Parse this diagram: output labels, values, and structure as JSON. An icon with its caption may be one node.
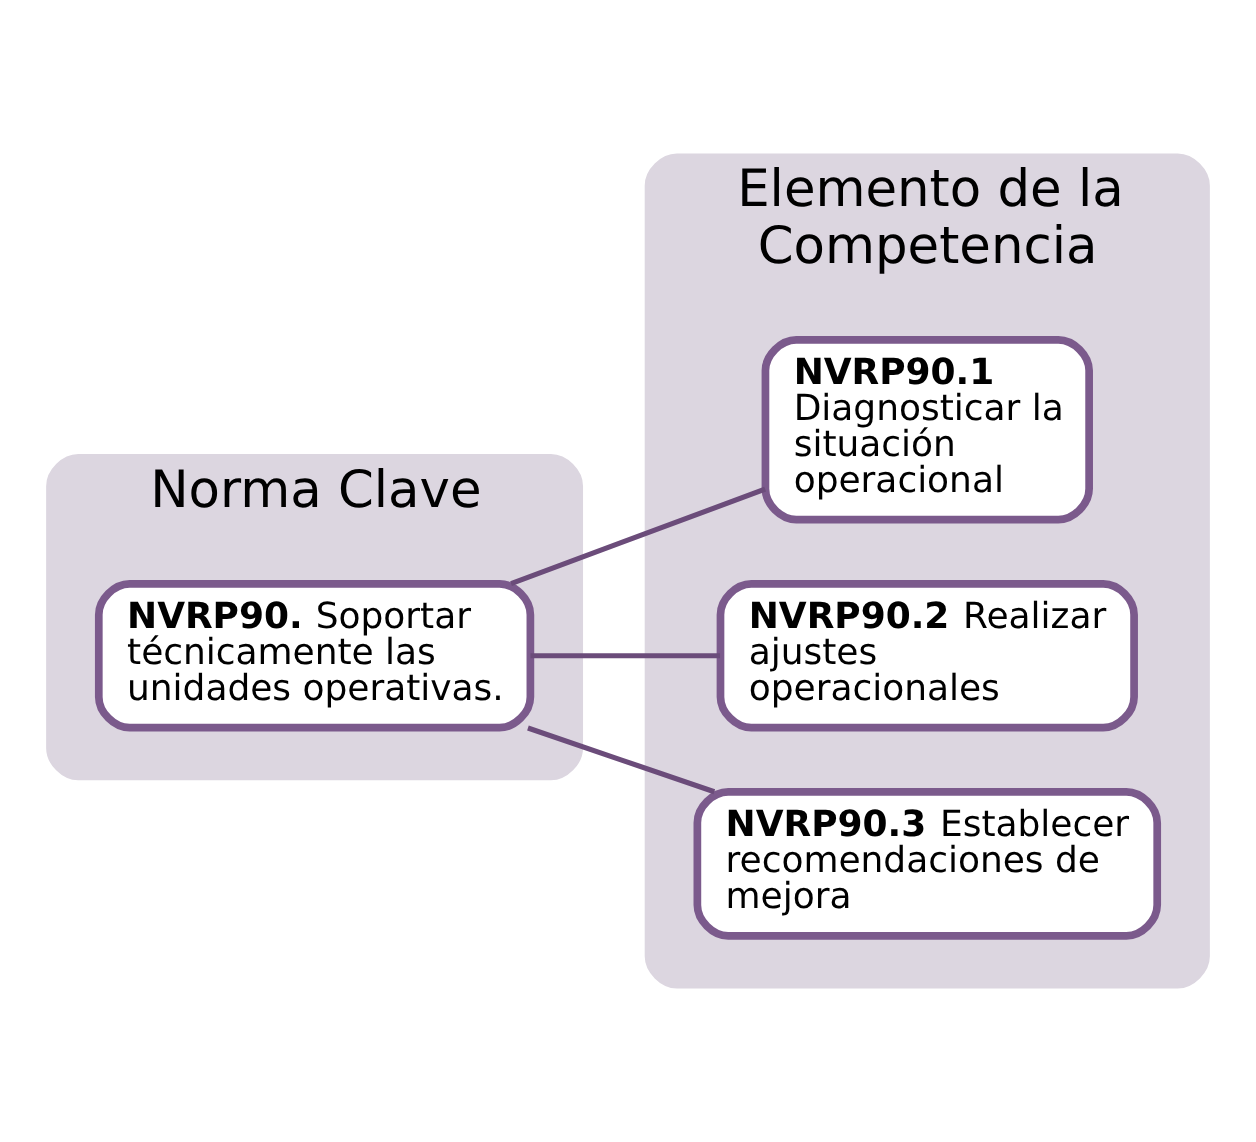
{
  "diagram": {
    "nodes": [
      {
        "text": [
          "Norma Clave"
        ]
      },
      {
        "text": [
          "Elemento de la Competencia"
        ]
      },
      {
        "text": [
          "**NVRP90.** Soportar técnicamente las unidades operativas."
        ],
        "in": 0
      },
      {
        "text": [
          "**NVRP90.1** Diagnosticar la situación operacional"
        ],
        "in": 1
      },
      {
        "text": [
          "**NVRP90.2** Realizar ajustes operacionales"
        ],
        "in": 1
      },
      {
        "text": [
          "**NVRP90.3** Establecer recomendaciones de mejora"
        ],
        "in": 1
      }
    ],
    "edges": [
      {
        "from": 2,
        "to": 3,
        "arrow": "none"
      },
      {
        "from": 2,
        "to": 4,
        "arrow": "none"
      },
      {
        "from": 2,
        "to": 5,
        "arrow": "none"
      }
    ]
  }
}
